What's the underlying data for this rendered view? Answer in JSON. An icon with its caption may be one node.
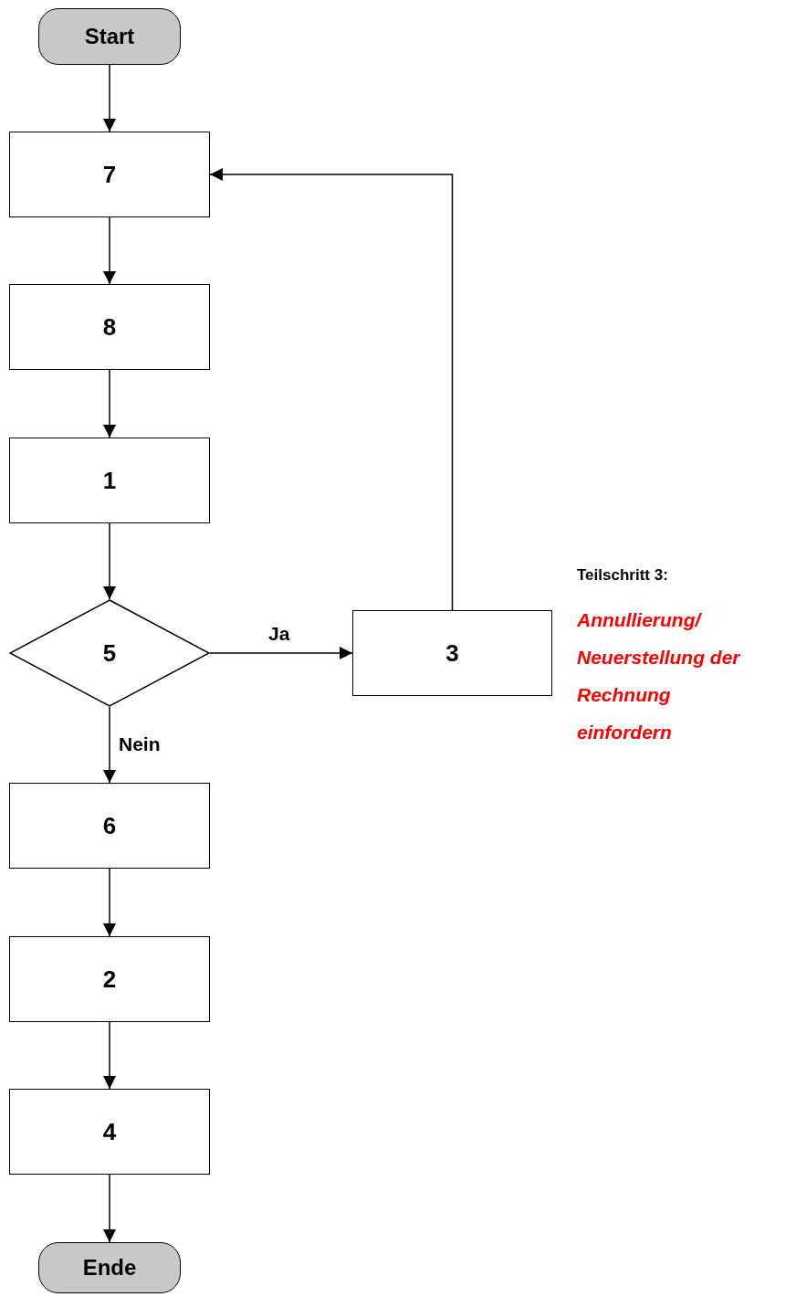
{
  "diagram": {
    "nodes": [
      {
        "text": [
          "Start"
        ]
      },
      {
        "text": [
          "7"
        ]
      },
      {
        "text": [
          "8"
        ]
      },
      {
        "text": [
          "1"
        ]
      },
      {
        "text": [
          "5"
        ]
      },
      {
        "text": [
          "3"
        ]
      },
      {
        "text": [
          "6"
        ]
      },
      {
        "text": [
          "2"
        ]
      },
      {
        "text": [
          "4"
        ]
      },
      {
        "text": [
          "Ende"
        ]
      }
    ],
    "edges": [
      {
        "from": 0,
        "to": 1,
        "arrow": "to"
      },
      {
        "from": 1,
        "to": 2,
        "arrow": "to"
      },
      {
        "from": 2,
        "to": 3,
        "arrow": "to"
      },
      {
        "from": 3,
        "to": 4,
        "arrow": "to"
      },
      {
        "from": 4,
        "to": 5,
        "arrow": "to",
        "label": "Ja"
      },
      {
        "from": 5,
        "to": 1,
        "arrow": "to"
      },
      {
        "from": 4,
        "to": 6,
        "arrow": "to",
        "label": "Nein"
      },
      {
        "from": 6,
        "to": 7,
        "arrow": "to"
      },
      {
        "from": 7,
        "to": 8,
        "arrow": "to"
      },
      {
        "from": 8,
        "to": 9,
        "arrow": "to"
      }
    ],
    "labels": [
      "Teilschritt 3:",
      "Annullierung/ Neuerstellung der Rechnung einfordern"
    ]
  }
}
